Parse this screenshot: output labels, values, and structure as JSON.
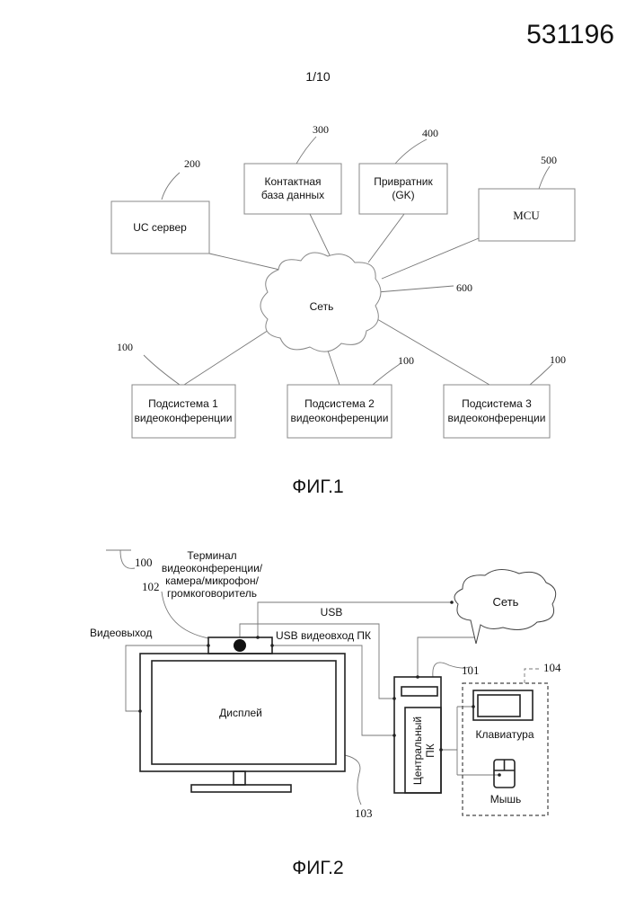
{
  "header": {
    "patent_number": "531196",
    "sheet": "1/10"
  },
  "fig1": {
    "caption": "ФИГ.1",
    "uc_server": {
      "label": "UC сервер",
      "ref": "200"
    },
    "contact_db": {
      "label_lines": [
        "Контактная",
        "база данных"
      ],
      "ref": "300"
    },
    "gatekeeper": {
      "label_lines": [
        "Привратник",
        "(GK)"
      ],
      "ref": "400"
    },
    "mcu": {
      "label": "MCU",
      "ref": "500"
    },
    "network": {
      "label": "Сеть",
      "ref": "600"
    },
    "subsystems": [
      {
        "label_lines": [
          "Подсистема 1",
          "видеоконференции"
        ],
        "ref": "100"
      },
      {
        "label_lines": [
          "Подсистема 2",
          "видеоконференции"
        ],
        "ref": "100"
      },
      {
        "label_lines": [
          "Подсистема 3",
          "видеоконференции"
        ],
        "ref": "100"
      }
    ]
  },
  "fig2": {
    "caption": "ФИГ.2",
    "terminal_label_lines": [
      "Терминал",
      "видеоконференции/",
      "камера/микрофон/",
      "громкоговоритель"
    ],
    "ref_system": "100",
    "ref_terminal": "102",
    "ref_pc": "101",
    "ref_display": "103",
    "ref_peripherals": "104",
    "video_out": "Видеовыход",
    "usb": "USB",
    "usb_video_in": "USB видеовход ПК",
    "network": "Сеть",
    "display": "Дисплей",
    "pc_label_lines": [
      "Центральный",
      "ПК"
    ],
    "keyboard": "Клавиатура",
    "mouse": "Мышь"
  }
}
